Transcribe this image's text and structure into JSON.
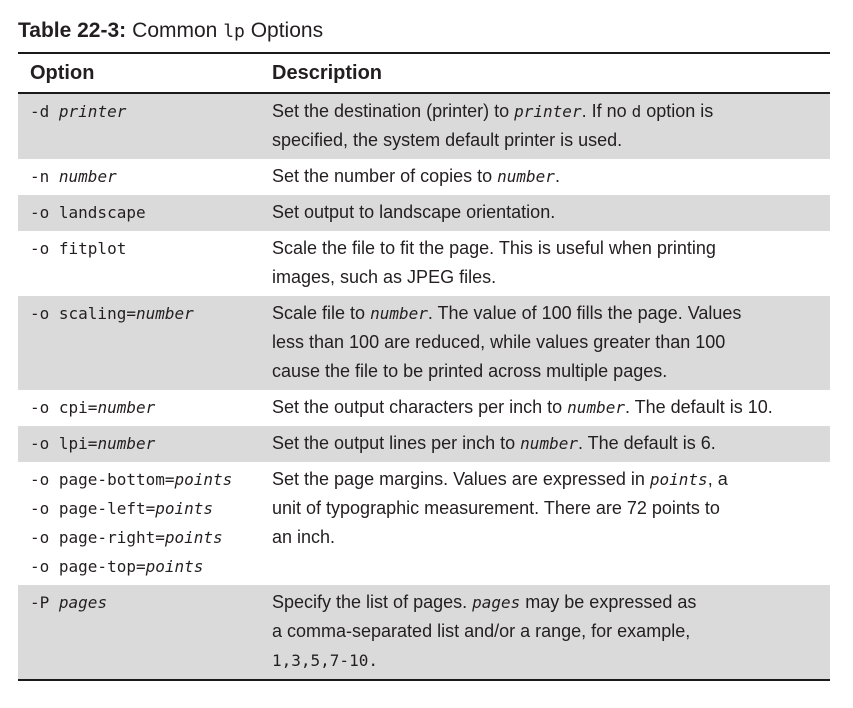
{
  "caption": {
    "label": "Table 22-3:",
    "before_command": "Common ",
    "command": "lp",
    "after_command": " Options"
  },
  "header": {
    "option": "Option",
    "description": "Description"
  },
  "colors": {
    "text": "#231f20",
    "row_shade": "#dadada",
    "rule": "#1a1a1a"
  },
  "rows": [
    {
      "option": [
        [
          {
            "style": "code",
            "t": "-d "
          },
          {
            "style": "code-i",
            "t": "printer"
          }
        ]
      ],
      "description": [
        [
          {
            "style": "text",
            "t": "Set the destination (printer) to "
          },
          {
            "style": "code-i",
            "t": "printer"
          },
          {
            "style": "text",
            "t": ". If no "
          },
          {
            "style": "code",
            "t": "d"
          },
          {
            "style": "text",
            "t": " option is"
          }
        ],
        [
          {
            "style": "text",
            "t": "specified, the system default printer is used."
          }
        ]
      ]
    },
    {
      "option": [
        [
          {
            "style": "code",
            "t": "-n "
          },
          {
            "style": "code-i",
            "t": "number"
          }
        ]
      ],
      "description": [
        [
          {
            "style": "text",
            "t": "Set the number of copies to "
          },
          {
            "style": "code-i",
            "t": "number"
          },
          {
            "style": "text",
            "t": "."
          }
        ]
      ]
    },
    {
      "option": [
        [
          {
            "style": "code",
            "t": "-o landscape"
          }
        ]
      ],
      "description": [
        [
          {
            "style": "text",
            "t": "Set output to landscape orientation."
          }
        ]
      ]
    },
    {
      "option": [
        [
          {
            "style": "code",
            "t": "-o fitplot"
          }
        ]
      ],
      "description": [
        [
          {
            "style": "text",
            "t": "Scale the file to fit the page. This is useful when printing"
          }
        ],
        [
          {
            "style": "text",
            "t": "images, such as JPEG files."
          }
        ]
      ]
    },
    {
      "option": [
        [
          {
            "style": "code",
            "t": "-o scaling="
          },
          {
            "style": "code-i",
            "t": "number"
          }
        ]
      ],
      "description": [
        [
          {
            "style": "text",
            "t": "Scale file to "
          },
          {
            "style": "code-i",
            "t": "number"
          },
          {
            "style": "text",
            "t": ". The value of 100 fills the page. Values"
          }
        ],
        [
          {
            "style": "text",
            "t": "less than 100 are reduced, while values greater than 100"
          }
        ],
        [
          {
            "style": "text",
            "t": "cause the file to be printed across multiple pages."
          }
        ]
      ]
    },
    {
      "option": [
        [
          {
            "style": "code",
            "t": "-o cpi="
          },
          {
            "style": "code-i",
            "t": "number"
          }
        ]
      ],
      "description": [
        [
          {
            "style": "text",
            "t": "Set the output characters per inch to "
          },
          {
            "style": "code-i",
            "t": "number"
          },
          {
            "style": "text",
            "t": ". The default is 10."
          }
        ]
      ]
    },
    {
      "option": [
        [
          {
            "style": "code",
            "t": "-o lpi="
          },
          {
            "style": "code-i",
            "t": "number"
          }
        ]
      ],
      "description": [
        [
          {
            "style": "text",
            "t": "Set the output lines per inch to "
          },
          {
            "style": "code-i",
            "t": "number"
          },
          {
            "style": "text",
            "t": ". The default is 6."
          }
        ]
      ]
    },
    {
      "option": [
        [
          {
            "style": "code",
            "t": "-o page-bottom="
          },
          {
            "style": "code-i",
            "t": "points"
          }
        ],
        [
          {
            "style": "code",
            "t": "-o page-left="
          },
          {
            "style": "code-i",
            "t": "points"
          }
        ],
        [
          {
            "style": "code",
            "t": "-o page-right="
          },
          {
            "style": "code-i",
            "t": "points"
          }
        ],
        [
          {
            "style": "code",
            "t": "-o page-top="
          },
          {
            "style": "code-i",
            "t": "points"
          }
        ]
      ],
      "description": [
        [
          {
            "style": "text",
            "t": "Set the page margins. Values are expressed in "
          },
          {
            "style": "code-i",
            "t": "points"
          },
          {
            "style": "text",
            "t": ", a"
          }
        ],
        [
          {
            "style": "text",
            "t": "unit of typographic measurement. There are 72 points to"
          }
        ],
        [
          {
            "style": "text",
            "t": "an inch."
          }
        ]
      ]
    },
    {
      "option": [
        [
          {
            "style": "code",
            "t": "-P "
          },
          {
            "style": "code-i",
            "t": "pages"
          }
        ]
      ],
      "description": [
        [
          {
            "style": "text",
            "t": "Specify the list of pages. "
          },
          {
            "style": "code-i",
            "t": "pages"
          },
          {
            "style": "text",
            "t": " may be expressed as"
          }
        ],
        [
          {
            "style": "text",
            "t": "a comma-separated list and/or a range, for example,"
          }
        ],
        [
          {
            "style": "code",
            "t": "1,3,5,7-10."
          }
        ]
      ]
    }
  ]
}
